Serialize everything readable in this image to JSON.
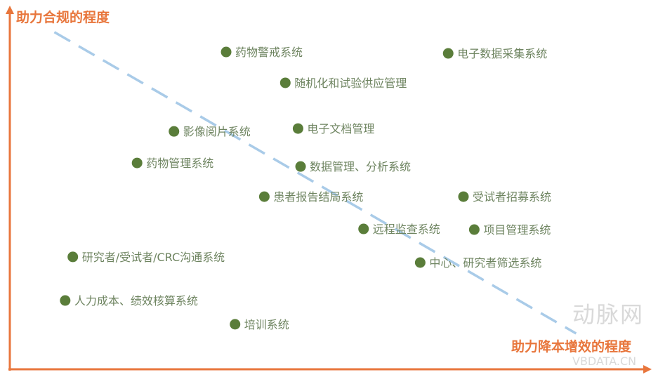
{
  "chart_data": {
    "type": "scatter",
    "title": "",
    "xlabel": "助力降本增效的程度",
    "ylabel": "助力合规的程度",
    "xlim": [
      0,
      100
    ],
    "ylim": [
      0,
      100
    ],
    "grid": false,
    "point_color": "#5a7d3a",
    "label_color": "#6e8460",
    "axis_color": "#e8763c",
    "trend_color": "#a9cbe8",
    "points": [
      {
        "label": "药物警戒系统",
        "x": 34.0,
        "y": 89.3
      },
      {
        "label": "电子数据采集系统",
        "x": 68.9,
        "y": 88.9
      },
      {
        "label": "随机化和试验供应管理",
        "x": 43.3,
        "y": 80.6
      },
      {
        "label": "影像阅片系统",
        "x": 25.8,
        "y": 66.9
      },
      {
        "label": "电子文档管理",
        "x": 45.3,
        "y": 67.7
      },
      {
        "label": "药物管理系统",
        "x": 20.0,
        "y": 58.0
      },
      {
        "label": "数据管理、分析系统",
        "x": 45.7,
        "y": 57.0
      },
      {
        "label": "患者报告结局系统",
        "x": 40.0,
        "y": 48.5
      },
      {
        "label": "受试者招募系统",
        "x": 71.3,
        "y": 48.5
      },
      {
        "label": "远程监查系统",
        "x": 55.6,
        "y": 39.4
      },
      {
        "label": "项目管理系统",
        "x": 73.0,
        "y": 39.2
      },
      {
        "label": "研究者/受试者/CRC沟通系统",
        "x": 9.9,
        "y": 31.5
      },
      {
        "label": "中心、研究者筛选系统",
        "x": 64.5,
        "y": 29.9
      },
      {
        "label": "人力成本、绩效核算系统",
        "x": 8.7,
        "y": 19.2
      },
      {
        "label": "培训系统",
        "x": 35.4,
        "y": 12.5
      }
    ],
    "trend_line": {
      "style": "dashed",
      "from": [
        7.0,
        94.9
      ],
      "to": [
        89.0,
        9.9
      ]
    }
  },
  "watermark": {
    "text_cn": "动脉网",
    "text_en": "VBDATA.CN"
  }
}
